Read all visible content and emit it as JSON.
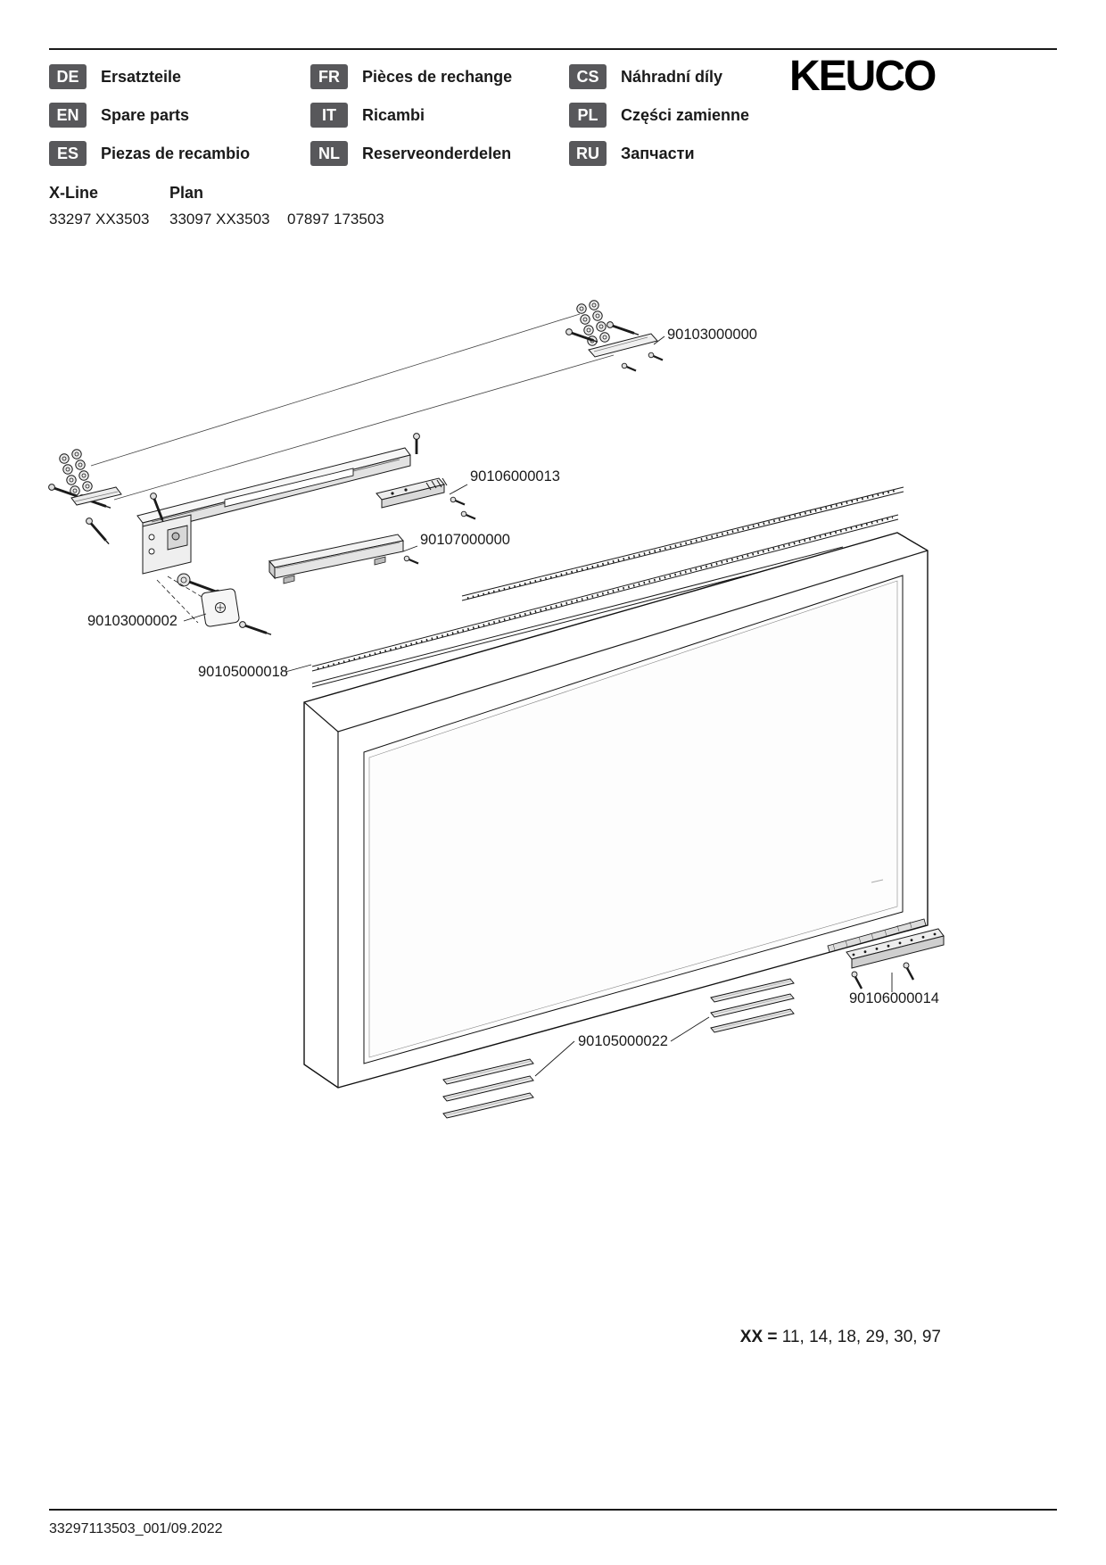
{
  "header": {
    "brand": "KEUCO",
    "languages": [
      {
        "code": "DE",
        "label": "Ersatzteile"
      },
      {
        "code": "EN",
        "label": "Spare parts"
      },
      {
        "code": "ES",
        "label": "Piezas de recambio"
      },
      {
        "code": "FR",
        "label": "Pièces de rechange"
      },
      {
        "code": "IT",
        "label": "Ricambi"
      },
      {
        "code": "NL",
        "label": "Reserveonderdelen"
      },
      {
        "code": "CS",
        "label": "Náhradní díly"
      },
      {
        "code": "PL",
        "label": "Części zamienne"
      },
      {
        "code": "RU",
        "label": "Запчасти"
      }
    ]
  },
  "product": {
    "series": "X-Line",
    "model": "Plan",
    "numbers": [
      "33297 XX3503",
      "33097 XX3503",
      "07897 173503"
    ]
  },
  "diagram": {
    "parts": [
      {
        "number": "90103000000"
      },
      {
        "number": "90106000013"
      },
      {
        "number": "90107000000"
      },
      {
        "number": "90103000002"
      },
      {
        "number": "90105000018"
      },
      {
        "number": "90106000014"
      },
      {
        "number": "90105000022"
      }
    ]
  },
  "footer": {
    "variants_label": "XX =",
    "variants_values": " 11, 14, 18, 29, 30, 97",
    "doc_number": "33297113503_001/09.2022"
  }
}
